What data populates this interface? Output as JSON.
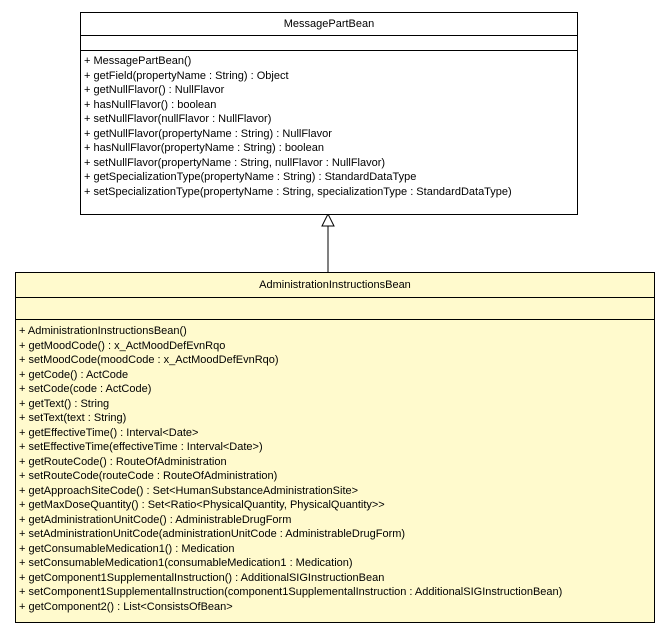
{
  "parent_class": {
    "name": "MessagePartBean",
    "operations": [
      "+ MessagePartBean()",
      "+ getField(propertyName : String) : Object",
      "+ getNullFlavor() : NullFlavor",
      "+ hasNullFlavor() : boolean",
      "+ setNullFlavor(nullFlavor : NullFlavor)",
      "+ getNullFlavor(propertyName : String) : NullFlavor",
      "+ hasNullFlavor(propertyName : String) : boolean",
      "+ setNullFlavor(propertyName : String, nullFlavor : NullFlavor)",
      "+ getSpecializationType(propertyName : String) : StandardDataType",
      "+ setSpecializationType(propertyName : String, specializationType : StandardDataType)"
    ]
  },
  "child_class": {
    "name": "AdministrationInstructionsBean",
    "operations": [
      "+ AdministrationInstructionsBean()",
      "+ getMoodCode() : x_ActMoodDefEvnRqo",
      "+ setMoodCode(moodCode : x_ActMoodDefEvnRqo)",
      "+ getCode() : ActCode",
      "+ setCode(code : ActCode)",
      "+ getText() : String",
      "+ setText(text : String)",
      "+ getEffectiveTime() : Interval<Date>",
      "+ setEffectiveTime(effectiveTime : Interval<Date>)",
      "+ getRouteCode() : RouteOfAdministration",
      "+ setRouteCode(routeCode : RouteOfAdministration)",
      "+ getApproachSiteCode() : Set<HumanSubstanceAdministrationSite>",
      "+ getMaxDoseQuantity() : Set<Ratio<PhysicalQuantity, PhysicalQuantity>>",
      "+ getAdministrationUnitCode() : AdministrableDrugForm",
      "+ setAdministrationUnitCode(administrationUnitCode : AdministrableDrugForm)",
      "+ getConsumableMedication1() : Medication",
      "+ setConsumableMedication1(consumableMedication1 : Medication)",
      "+ getComponent1SupplementalInstruction() : AdditionalSIGInstructionBean",
      "+ setComponent1SupplementalInstruction(component1SupplementalInstruction : AdditionalSIGInstructionBean)",
      "+ getComponent2() : List<ConsistsOfBean>"
    ]
  },
  "colors": {
    "child_fill": "#fffacd",
    "parent_fill": "#ffffff"
  }
}
